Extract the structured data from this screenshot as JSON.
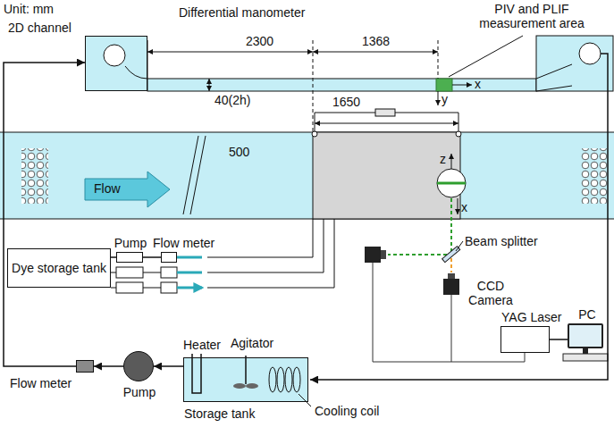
{
  "diagram": {
    "nodes": [
      {
        "text": [
          "2D channel"
        ]
      },
      {
        "text": [
          "Dye storage tank"
        ]
      },
      {
        "text": [
          "Pump"
        ]
      },
      {
        "text": [
          "Flow meter"
        ]
      },
      {
        "text": [
          "YAG Laser"
        ]
      },
      {
        "text": [
          "PC"
        ]
      },
      {
        "text": [
          "Storage tank"
        ]
      },
      {
        "text": [
          "Pump"
        ]
      },
      {
        "text": [
          "Flow meter"
        ]
      }
    ],
    "edges": [
      {
        "from": 1,
        "to": 2,
        "arrow": "none"
      },
      {
        "from": 2,
        "to": 3,
        "arrow": "none"
      },
      {
        "from": 6,
        "to": 7,
        "arrow": "to"
      },
      {
        "from": 7,
        "to": 8,
        "arrow": "to"
      },
      {
        "from": 8,
        "to": 0,
        "arrow": "to"
      },
      {
        "from": 5,
        "to": 4,
        "arrow": "none"
      }
    ],
    "labels": [
      "Unit: mm",
      "Differential manometer",
      "PIV and PLIF measurement area",
      "2300",
      "1368",
      "40(2h)",
      "1650",
      "x",
      "y",
      "500",
      "Flow",
      "z",
      "x",
      "Beam splitter",
      "CCD Camera",
      "Heater",
      "Agitator",
      "Cooling coil"
    ]
  }
}
